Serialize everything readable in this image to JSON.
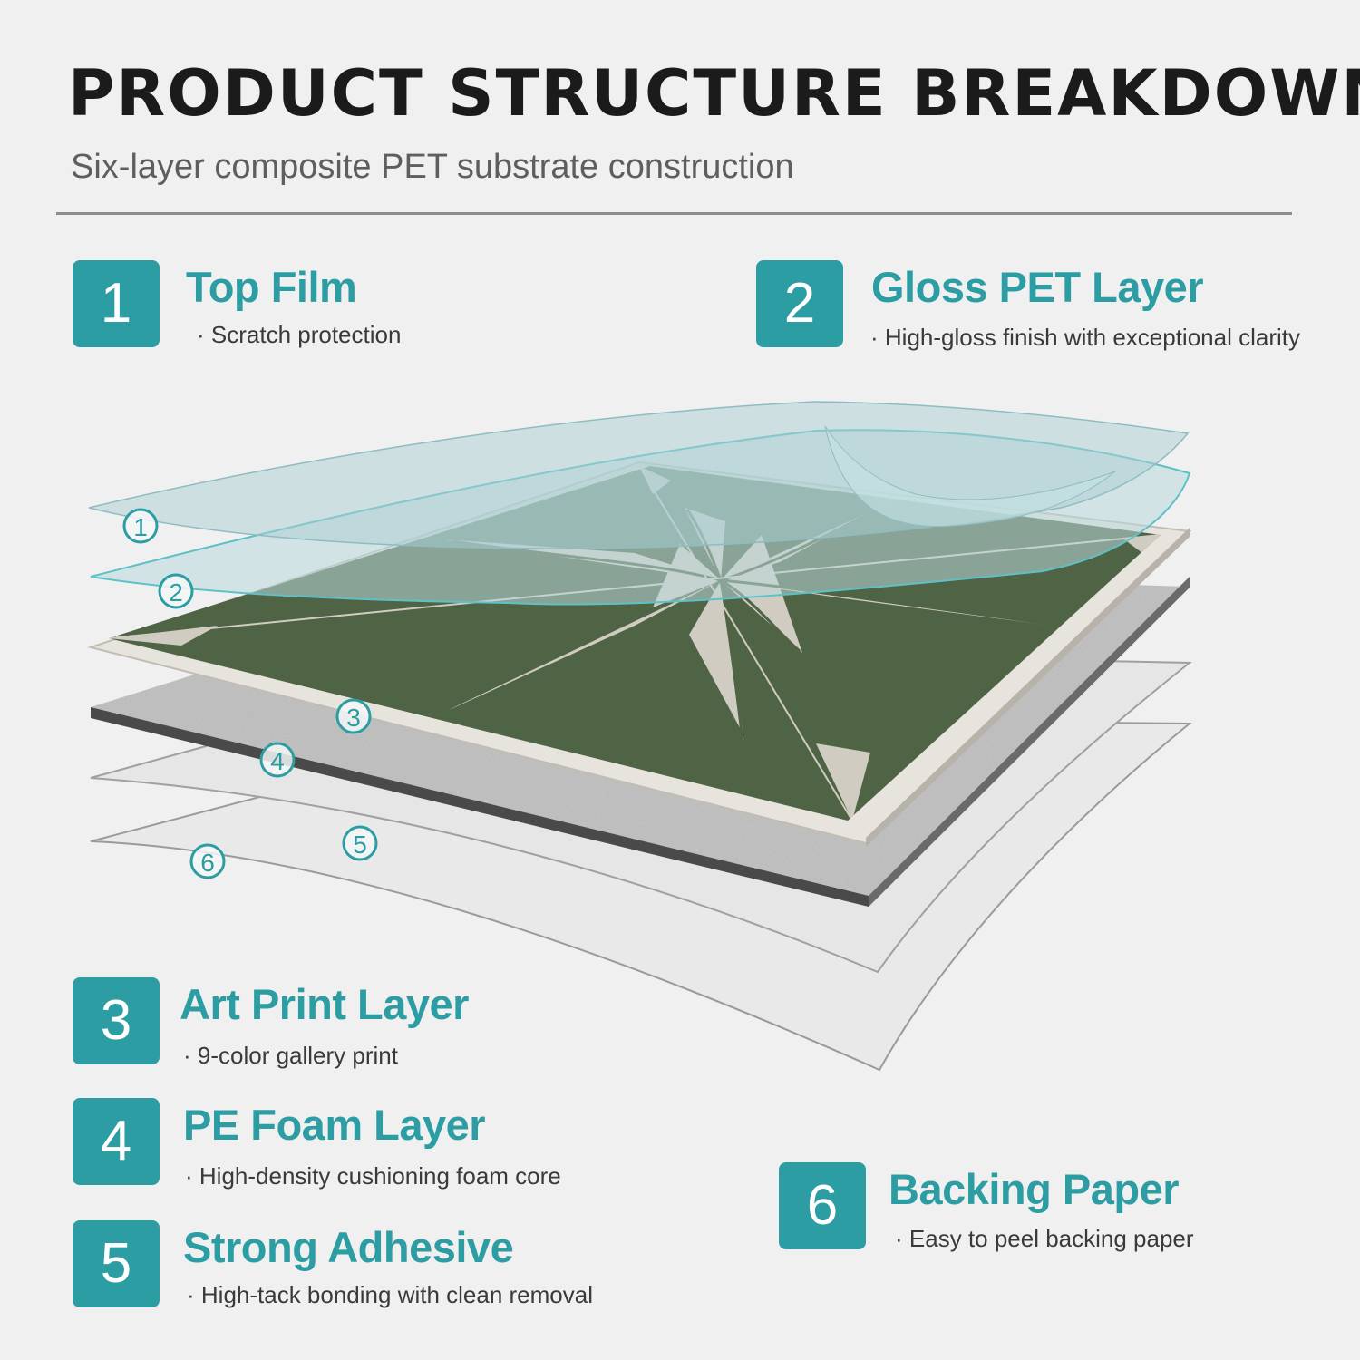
{
  "header": {
    "title": "PRODUCT STRUCTURE BREAKDOWN",
    "subtitle": "Six-layer composite PET substrate construction"
  },
  "layers": [
    {
      "number": "1",
      "name": "Top Film",
      "description": "Scratch protection"
    },
    {
      "number": "2",
      "name": "Gloss PET Layer",
      "description": "High-gloss finish with exceptional clarity"
    },
    {
      "number": "3",
      "name": "Art Print Layer",
      "description": "9-color gallery print"
    },
    {
      "number": "4",
      "name": "PE Foam Layer",
      "description": "High-density cushioning foam core"
    },
    {
      "number": "5",
      "name": "Strong Adhesive",
      "description": "High-tack bonding with clean removal"
    },
    {
      "number": "6",
      "name": "Backing Paper",
      "description": "Easy to peel backing paper"
    }
  ],
  "diagram": {
    "markers": [
      "1",
      "2",
      "3",
      "4",
      "5",
      "6"
    ]
  },
  "colors": {
    "accent": "#2c9da3",
    "title": "#1b1b1b",
    "art_green": "#4f6444",
    "art_cream": "#d1ccc1",
    "foam_gray": "#b8b8b8",
    "film_tint": "#a9cdd2"
  }
}
